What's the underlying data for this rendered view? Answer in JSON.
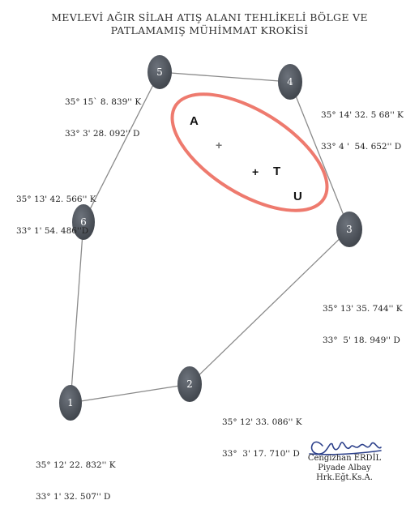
{
  "title": {
    "line1": "MEVLEVİ AĞIR SİLAH ATIŞ ALANI TEHLİKELİ BÖLGE VE",
    "line2": "PATLAMAMIŞ MÜHİMMAT KROKİSİ"
  },
  "points": [
    {
      "id": "1",
      "lat": "35° 12' 22. 832'' K",
      "lon": "33° 1' 32. 507'' D"
    },
    {
      "id": "2",
      "lat": "35° 12' 33. 086'' K",
      "lon": "33°  3' 17. 710'' D"
    },
    {
      "id": "3",
      "lat": "35° 13' 35. 744'' K",
      "lon": "33°  5' 18. 949'' D"
    },
    {
      "id": "4",
      "lat": "35° 14' 32. 5 68'' K",
      "lon": "33° 4 '  54. 652'' D"
    },
    {
      "id": "5",
      "lat": "35° 15` 8. 839'' K",
      "lon": "33° 3' 28. 092'' D"
    },
    {
      "id": "6",
      "lat": "35° 13' 42. 566'' K",
      "lon": "33° 1' 54. 486''D"
    }
  ],
  "zone_letters": {
    "a": "A",
    "t": "T",
    "u": "U",
    "plus": "+"
  },
  "signature": {
    "name": "Cengizhan ERDİL",
    "rank": "Piyade Albay",
    "unit": "Hrk.Eğt.Ks.A."
  },
  "colors": {
    "zone_outline": "#ee7a6e",
    "marker": "#4d535c",
    "line": "#888888"
  }
}
